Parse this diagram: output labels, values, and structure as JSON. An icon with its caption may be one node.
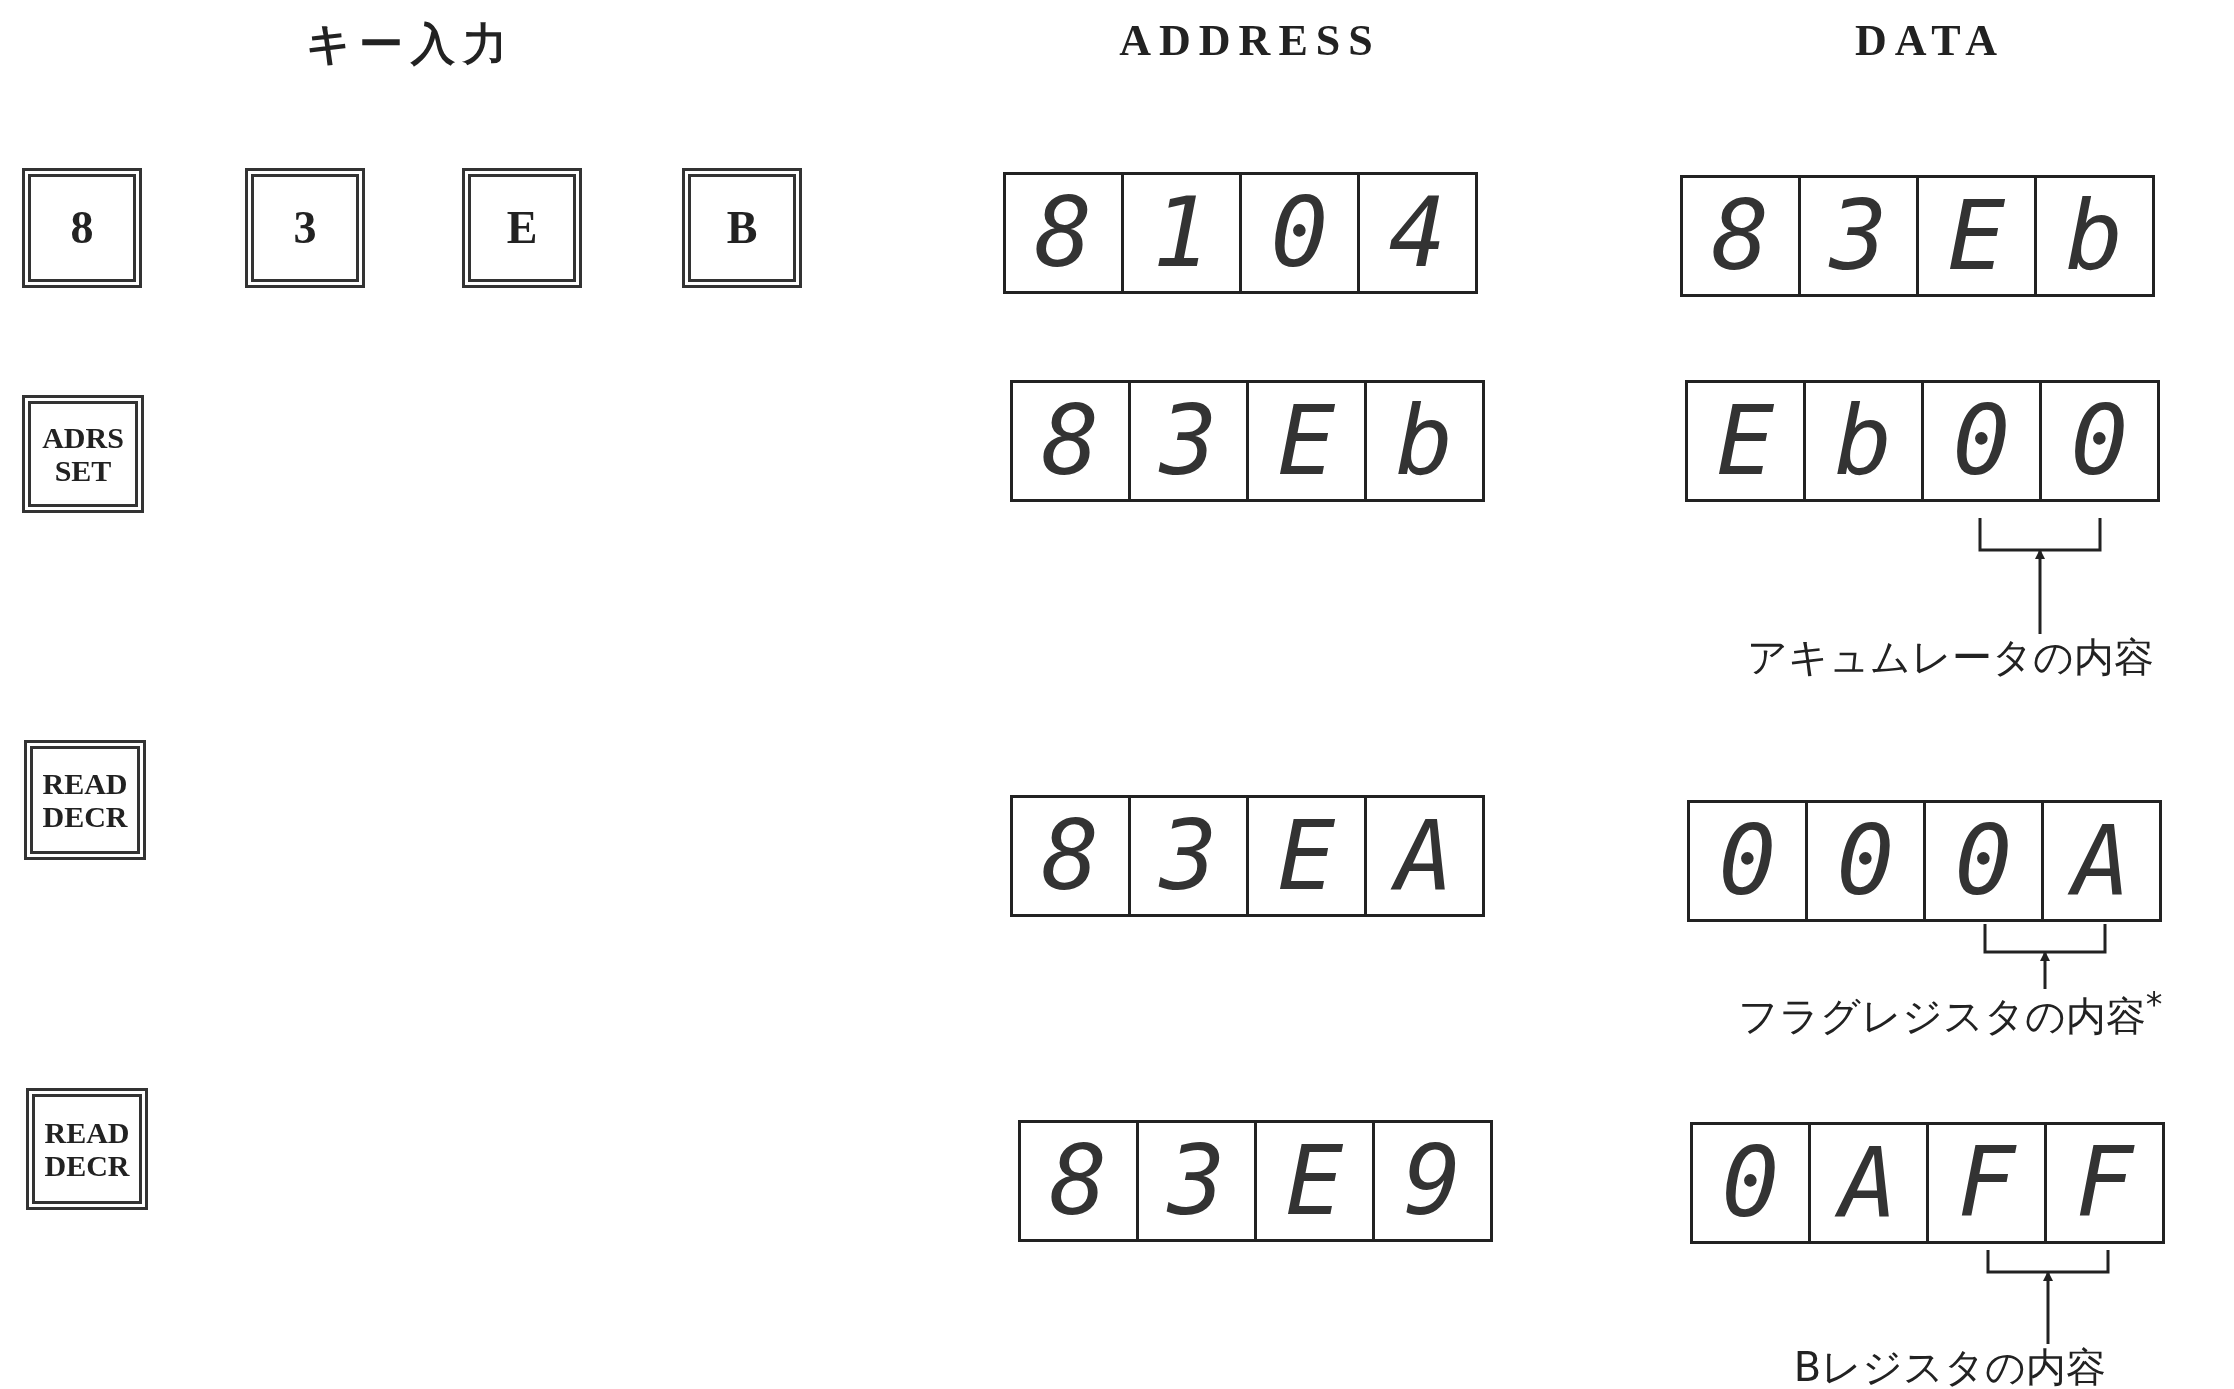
{
  "diagram": {
    "nodes": [
      {
        "text": [
          "8"
        ]
      },
      {
        "text": [
          "3"
        ]
      },
      {
        "text": [
          "E"
        ]
      },
      {
        "text": [
          "B"
        ]
      },
      {
        "text": [
          "8"
        ]
      },
      {
        "text": [
          "1"
        ]
      },
      {
        "text": [
          "0"
        ]
      },
      {
        "text": [
          "4"
        ]
      },
      {
        "text": [
          "8"
        ]
      },
      {
        "text": [
          "3"
        ]
      },
      {
        "text": [
          "E"
        ]
      },
      {
        "text": [
          "b"
        ]
      },
      {
        "text": [
          "ADRS SET"
        ]
      },
      {
        "text": [
          "8"
        ]
      },
      {
        "text": [
          "3"
        ]
      },
      {
        "text": [
          "E"
        ]
      },
      {
        "text": [
          "b"
        ]
      },
      {
        "text": [
          "E"
        ]
      },
      {
        "text": [
          "b"
        ]
      },
      {
        "text": [
          "0"
        ]
      },
      {
        "text": [
          "0"
        ]
      },
      {
        "text": [],
        "shape": "bracket"
      },
      {
        "text": [
          "アキュムレータの内容"
        ]
      },
      {
        "text": [
          "READ DECR"
        ]
      },
      {
        "text": [
          "8"
        ]
      },
      {
        "text": [
          "3"
        ]
      },
      {
        "text": [
          "E"
        ]
      },
      {
        "text": [
          "A"
        ]
      },
      {
        "text": [
          "0"
        ]
      },
      {
        "text": [
          "0"
        ]
      },
      {
        "text": [
          "0"
        ]
      },
      {
        "text": [
          "A"
        ]
      },
      {
        "text": [],
        "shape": "bracket"
      },
      {
        "text": [
          "フラグレジスタの内容$^{*}$"
        ]
      },
      {
        "text": [
          "READ DECR"
        ]
      },
      {
        "text": [
          "8"
        ]
      },
      {
        "text": [
          "3"
        ]
      },
      {
        "text": [
          "E"
        ]
      },
      {
        "text": [
          "9"
        ]
      },
      {
        "text": [
          "0"
        ]
      },
      {
        "text": [
          "A"
        ]
      },
      {
        "text": [
          "F"
        ]
      },
      {
        "text": [
          "F"
        ]
      },
      {
        "text": [],
        "shape": "bracket"
      },
      {
        "text": [
          "Bレジスタの内容"
        ]
      }
    ],
    "edges": [
      {
        "from": 22,
        "to": 21,
        "arrow": "to"
      },
      {
        "from": 33,
        "to": 32,
        "arrow": "to"
      },
      {
        "from": 44,
        "to": 43,
        "arrow": "to"
      }
    ],
    "labels": [
      "キー入力",
      "ADDRESS",
      "DATA"
    ]
  }
}
